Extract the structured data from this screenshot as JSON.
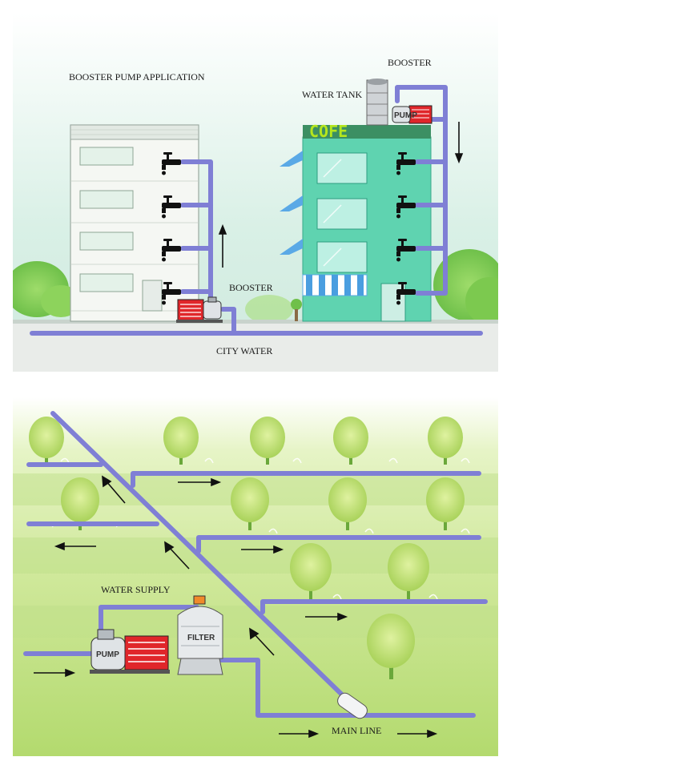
{
  "top_panel": {
    "title": "BOOSTER PUMP APPLICATION",
    "booster_top_label": "BOOSTER",
    "water_tank_label": "WATER TANK",
    "booster_ground_label": "BOOSTER",
    "city_water_label": "CITY WATER",
    "cafe_sign": "COFE",
    "pump_small_label": "PUMP"
  },
  "bottom_panel": {
    "water_supply_label": "WATER SUPPLY",
    "pump_label": "PUMP",
    "filter_label": "FILTER",
    "main_line_label": "MAIN LINE"
  },
  "colors": {
    "pipe": "#7f7fd5",
    "pump_motor": "#e0262a",
    "building_green": "#5fd3b0",
    "sky": "#d8efe6",
    "grass": "#b8dc74"
  }
}
